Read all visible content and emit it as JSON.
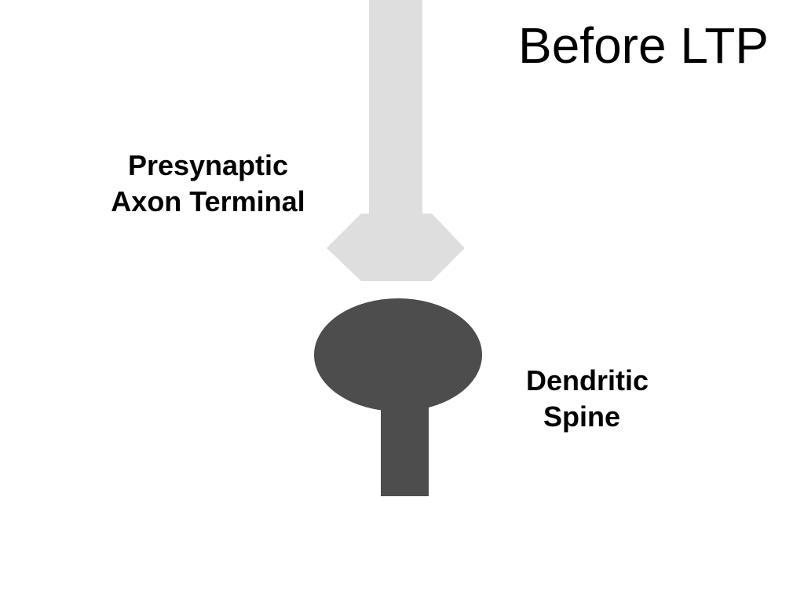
{
  "slide": {
    "title": "Before LTP"
  },
  "labels": {
    "presynaptic": {
      "line1": "Presynaptic",
      "line2": "Axon Terminal"
    },
    "dendritic": {
      "line1": "Dendritic",
      "line2": "Spine"
    }
  },
  "colors": {
    "background": "#ffffff",
    "axon": "#dedede",
    "spine": "#4d4d4d",
    "text": "#000000"
  }
}
